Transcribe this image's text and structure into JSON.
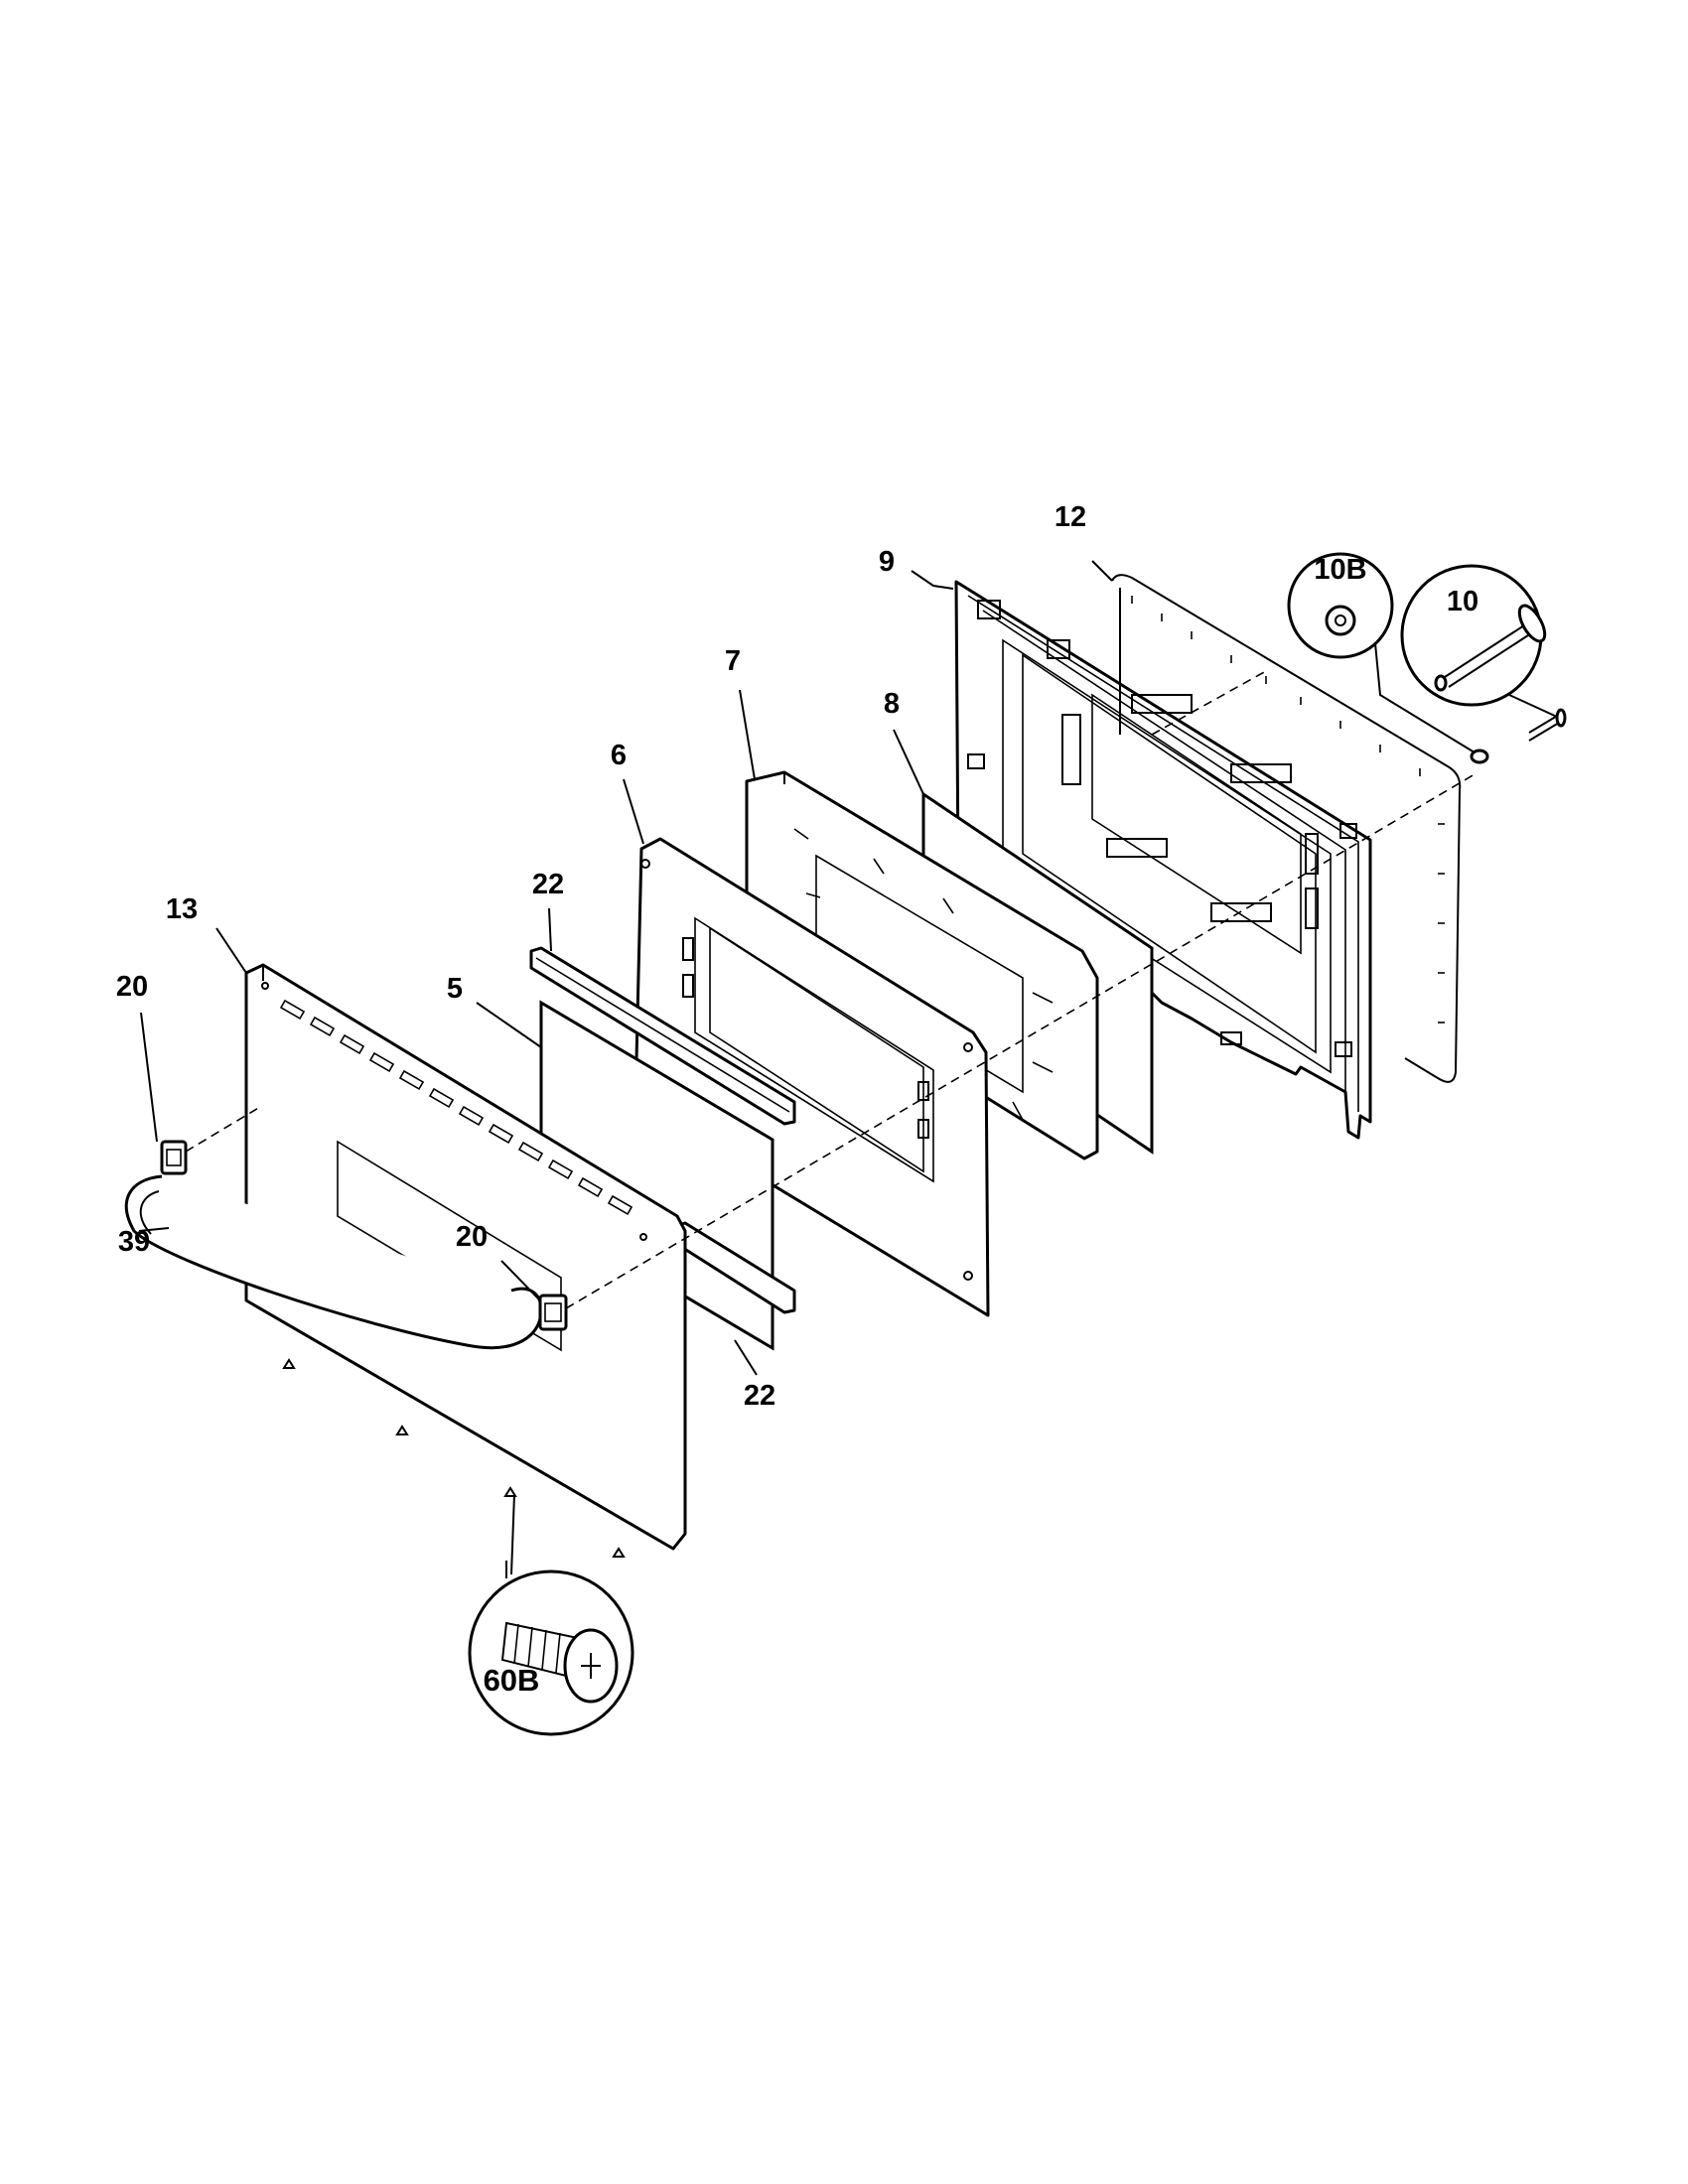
{
  "diagram": {
    "labels": {
      "door_panel": "13",
      "handle_cap_upper": "20",
      "handle_cap_lower": "20",
      "handle": "39",
      "glass_outer": "5",
      "channel_upper": "22",
      "channel_lower": "22",
      "glass_frame": "6",
      "insulation": "7",
      "glass_inner": "8",
      "inner_door_liner": "9",
      "gasket": "12",
      "washer": "10B",
      "bolt": "10",
      "screw": "60B"
    }
  }
}
